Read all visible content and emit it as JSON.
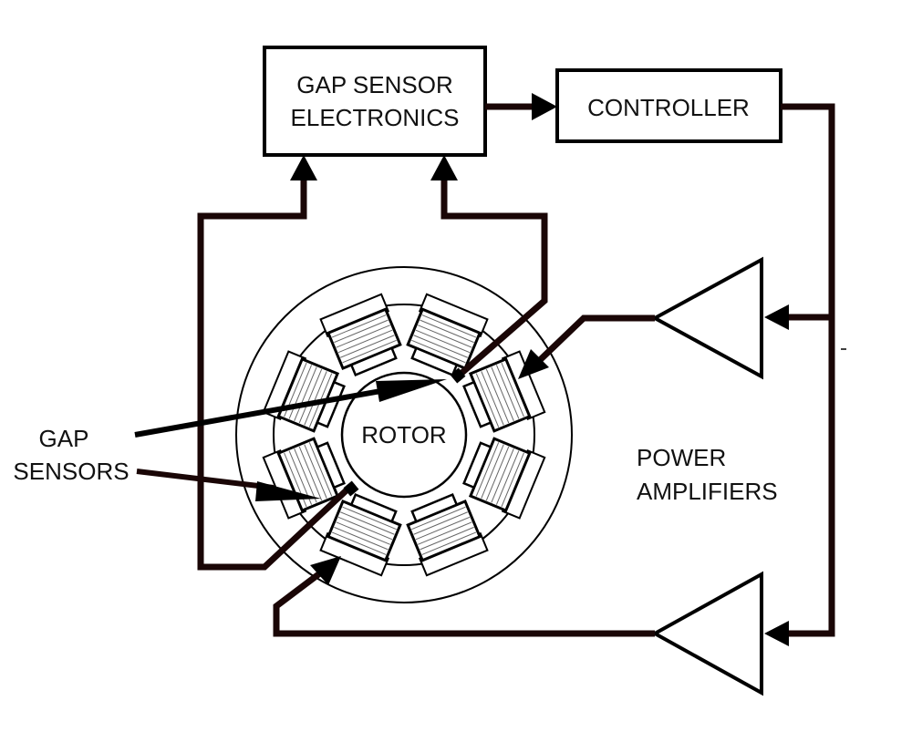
{
  "blocks": {
    "gap_sensor_electronics": [
      "GAP SENSOR",
      "ELECTRONICS"
    ],
    "controller": "CONTROLLER"
  },
  "labels": {
    "rotor": "ROTOR",
    "gap_sensors": [
      "GAP",
      "SENSORS"
    ],
    "power_amplifiers": [
      "POWER",
      "AMPLIFIERS"
    ]
  },
  "stator": {
    "pole_count": 8
  },
  "colors": {
    "wire": "#1a0606",
    "line": "#000000",
    "background": "#ffffff"
  }
}
